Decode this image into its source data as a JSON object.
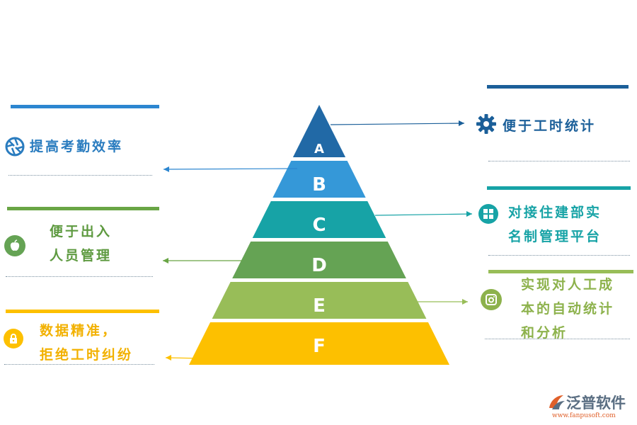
{
  "pyramid": {
    "layers": [
      {
        "letter": "A",
        "color": "#2169a6"
      },
      {
        "letter": "B",
        "color": "#3598d8"
      },
      {
        "letter": "C",
        "color": "#17a3a6"
      },
      {
        "letter": "D",
        "color": "#65a354"
      },
      {
        "letter": "E",
        "color": "#98bd58"
      },
      {
        "letter": "F",
        "color": "#fdc000"
      }
    ]
  },
  "left_items": [
    {
      "text_lines": [
        "提高考勤效率"
      ],
      "color": "#2a7cbf",
      "icon": "camera-aperture-icon",
      "bar_color": "#2c86d0"
    },
    {
      "text_lines": [
        "便于出入",
        "人员管理"
      ],
      "color": "#5e9a40",
      "icon": "apple-icon",
      "bar_color": "#69a545"
    },
    {
      "text_lines": [
        "数据精准，",
        "拒绝工时纠纷"
      ],
      "color": "#f2b100",
      "icon": "lock-icon",
      "bar_color": "#fdc000"
    }
  ],
  "right_items": [
    {
      "text_lines": [
        "便于工时统计"
      ],
      "color": "#1b5f99",
      "icon": "gear-icon",
      "bar_color": "#1b5f99"
    },
    {
      "text_lines": [
        "对接住建部实",
        "名制管理平台"
      ],
      "color": "#17a3a6",
      "icon": "windows-icon",
      "bar_color": "#17a3a6"
    },
    {
      "text_lines": [
        "实现对人工成",
        "本的自动统计",
        "和分析"
      ],
      "color": "#8db24c",
      "icon": "instagram-icon",
      "bar_color": "#98bd58"
    }
  ],
  "logo": {
    "name": "泛普软件",
    "url": "www.fanpusoft.com"
  }
}
